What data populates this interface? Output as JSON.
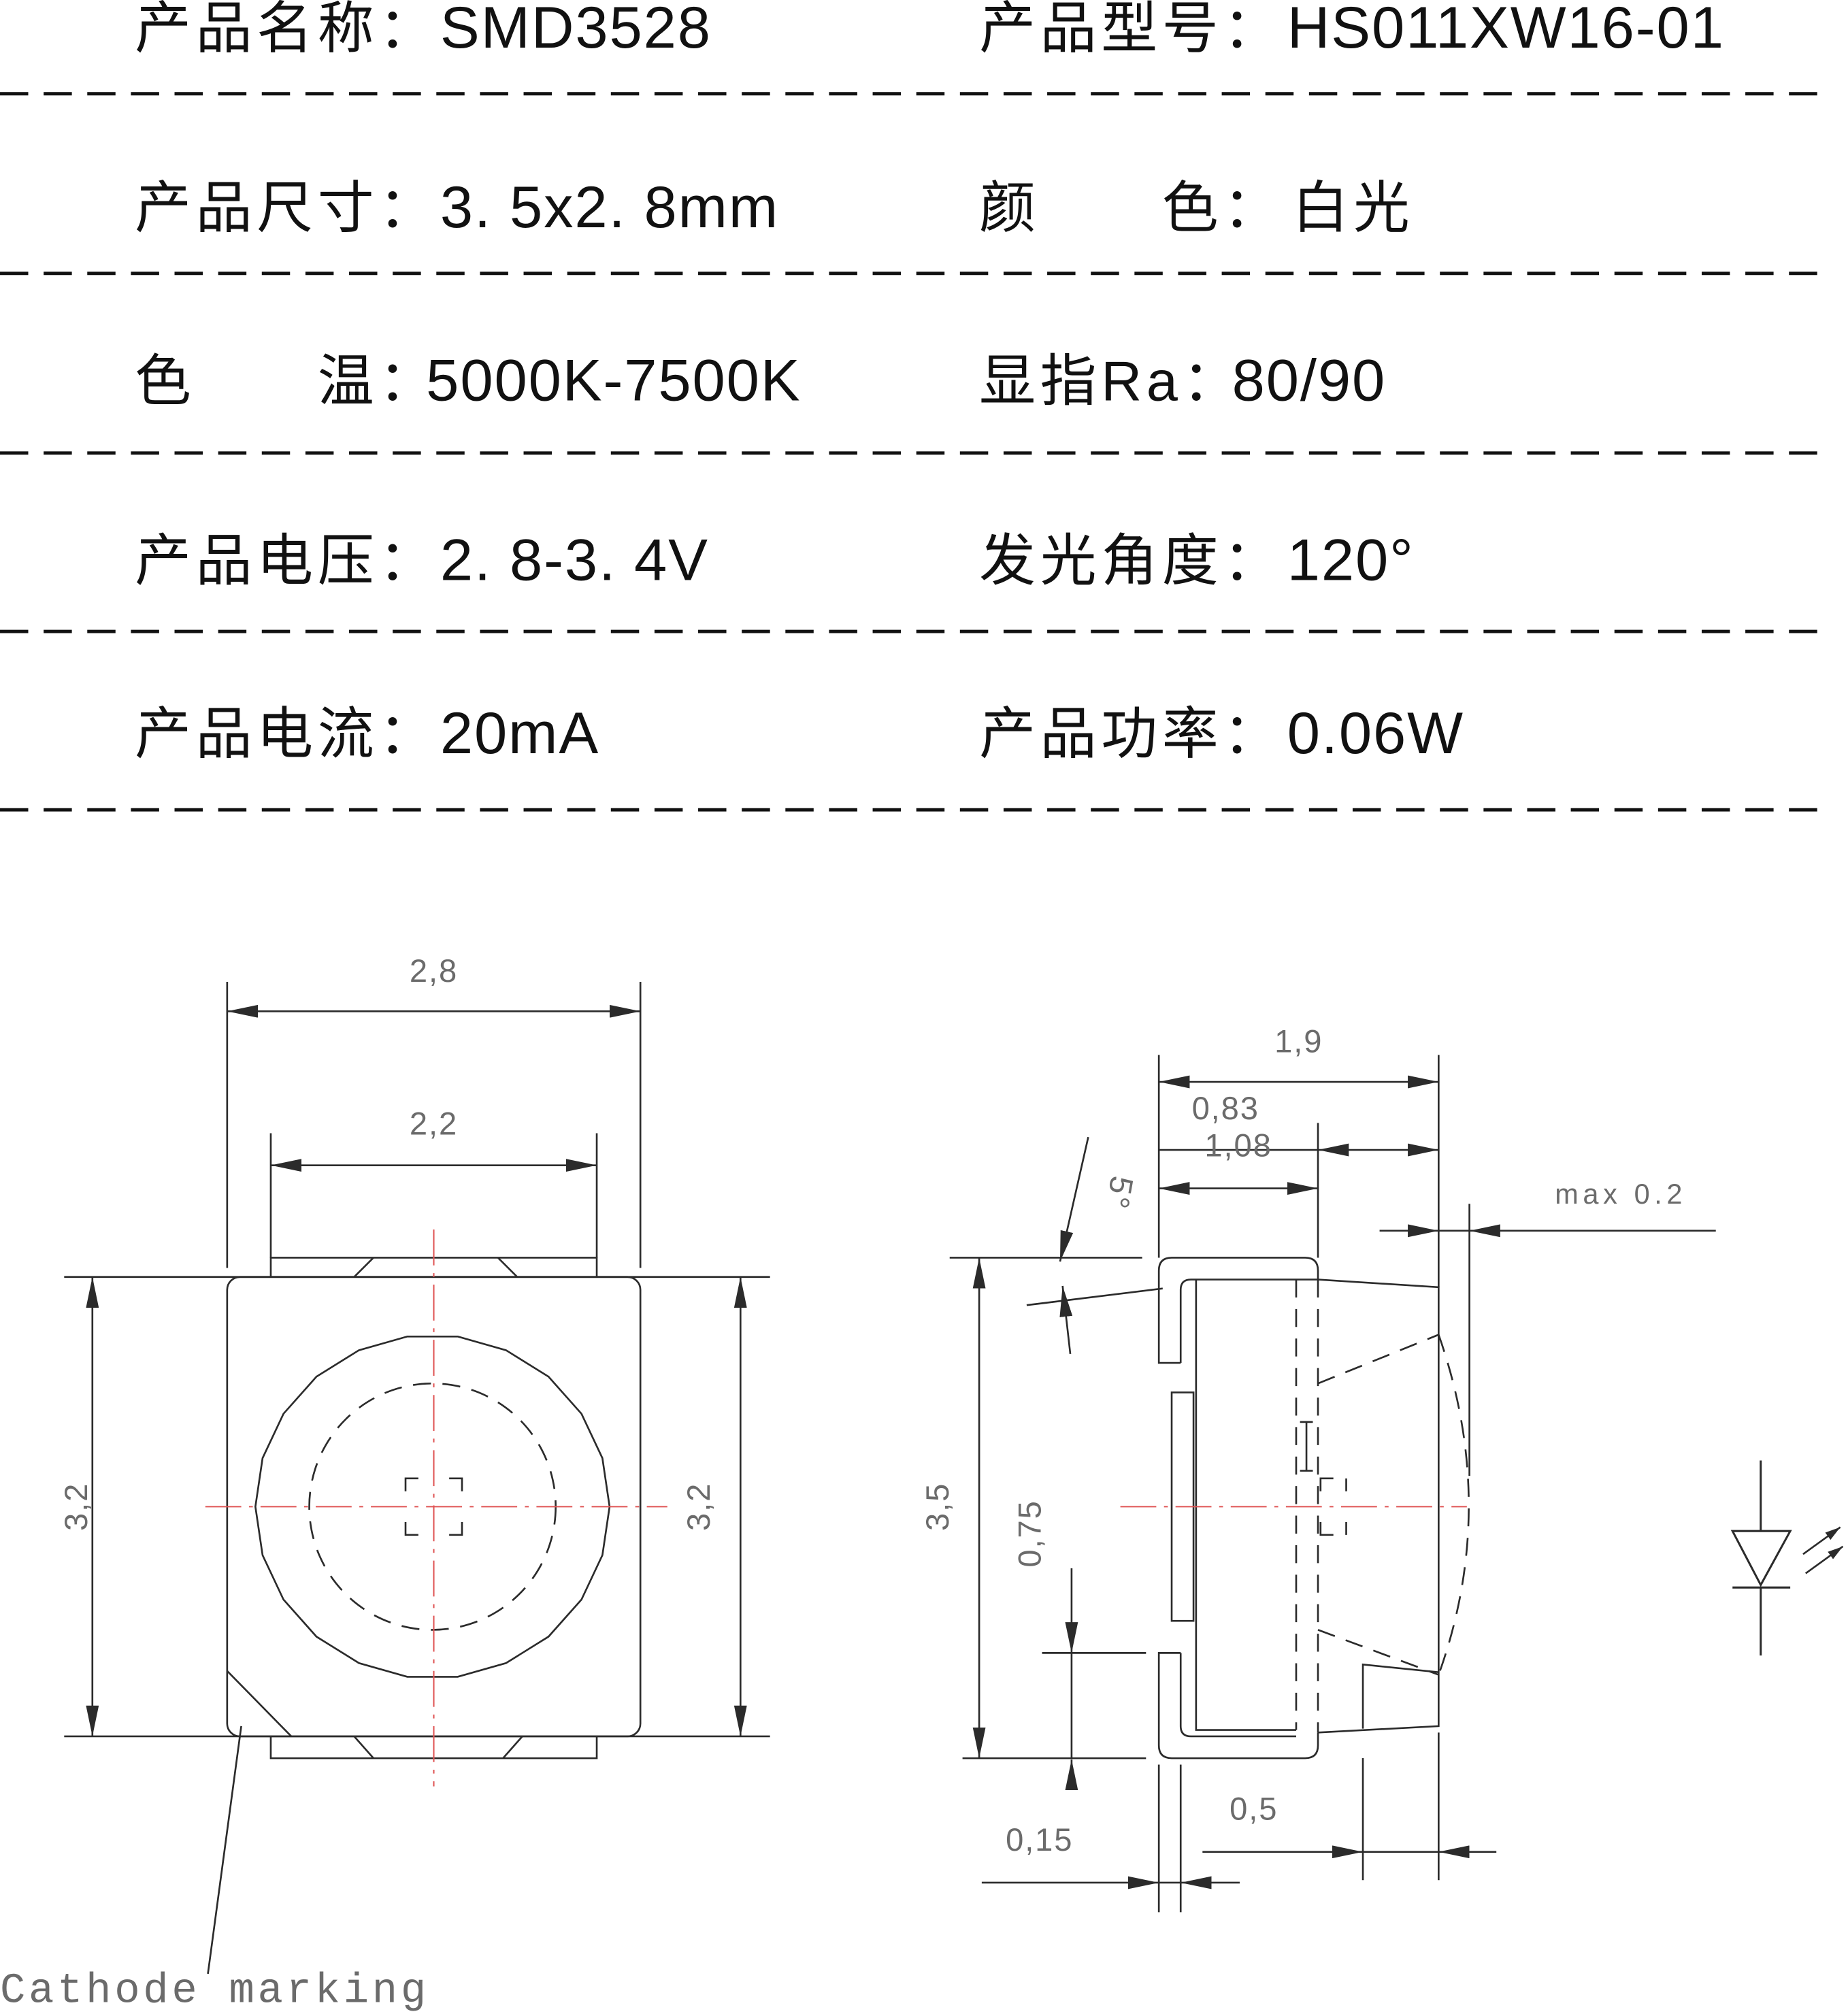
{
  "spec_rows": [
    {
      "left": {
        "label": "产品名称：",
        "value": "SMD3528"
      },
      "right": {
        "label": "产品型号：",
        "value": "HS011XW16-01"
      }
    },
    {
      "left": {
        "label": "产品尺寸：",
        "value": "3. 5x2. 8mm"
      },
      "right": {
        "label": "颜　　色：",
        "value": "白光"
      }
    },
    {
      "left": {
        "label": "色　　温：",
        "value": "5000K-7500K"
      },
      "right": {
        "label": "显指Ra：",
        "value": "80/90"
      }
    },
    {
      "left": {
        "label": "产品电压：",
        "value": "2. 8-3. 4V"
      },
      "right": {
        "label": "发光角度：",
        "value": "120°"
      }
    },
    {
      "left": {
        "label": "产品电流：",
        "value": "20mA"
      },
      "right": {
        "label": "产品功率：",
        "value": "0.06W"
      }
    }
  ],
  "top_view": {
    "dim_width_outer": "2,8",
    "dim_width_pad": "2,2",
    "dim_height_left": "3,2",
    "dim_height_right": "3,2",
    "cathode_label": "Cathode marking"
  },
  "side_view": {
    "dim_total_depth": "1,9",
    "dim_lens_depth": "0,83",
    "dim_lead_depth": "1,08",
    "dim_angle": "5°",
    "dim_max": "max 0.2",
    "dim_height": "3,5",
    "dim_pad_length": "0,75",
    "dim_lead_thickness": "0,15",
    "dim_step": "0,5"
  },
  "led_symbol": {
    "icon": "led-diode-icon"
  },
  "colors": {
    "ink": "#111111",
    "drawing_line": "#2b2b2b",
    "center_line": "#e05555",
    "dimension_text": "#6b6b6b",
    "background": "#ffffff"
  }
}
